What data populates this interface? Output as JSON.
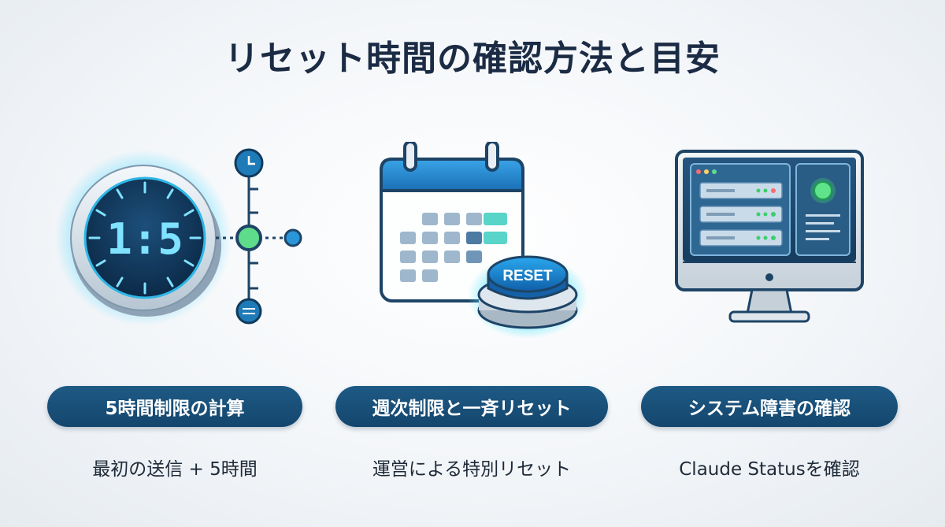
{
  "title": "リセット時間の確認方法と目安",
  "timer": {
    "display": "1:5"
  },
  "calendar": {
    "button_label": "RESET"
  },
  "columns": [
    {
      "heading": "5時間制限の計算",
      "caption": "最初の送信 + 5時間"
    },
    {
      "heading": "週次制限と一斉リセット",
      "caption": "運営による特別リセット"
    },
    {
      "heading": "システム障害の確認",
      "caption": "Claude Statusを確認"
    }
  ],
  "colors": {
    "navy": "#14466d",
    "accent_blue": "#1f8fd8",
    "glow_cyan": "#3fd4ff",
    "status_green": "#3ccf6b"
  }
}
